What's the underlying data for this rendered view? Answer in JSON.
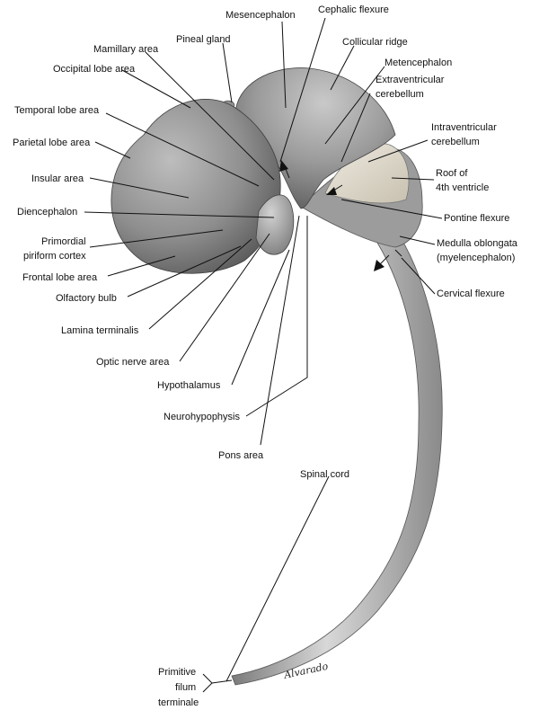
{
  "labels": {
    "mesencephalon": "Mesencephalon",
    "cephalic_flexure": "Cephalic flexure",
    "mamillary_area": "Mamillary area",
    "pineal_gland": "Pineal gland",
    "collicular_ridge": "Collicular ridge",
    "occipital_lobe_area": "Occipital lobe area",
    "metencephalon": "Metencephalon",
    "extraventricular_cerebellum_1": "Extraventricular",
    "extraventricular_cerebellum_2": "cerebellum",
    "temporal_lobe_area": "Temporal lobe area",
    "intraventricular_cerebellum_1": "Intraventricular",
    "intraventricular_cerebellum_2": "cerebellum",
    "parietal_lobe_area": "Parietal lobe area",
    "roof_4th_ventricle_1": "Roof of",
    "roof_4th_ventricle_2": "4th ventricle",
    "insular_area": "Insular area",
    "diencephalon": "Diencephalon",
    "pontine_flexure": "Pontine flexure",
    "primordial_piriform_cortex_1": "Primordial",
    "primordial_piriform_cortex_2": "piriform cortex",
    "medulla_oblongata_1": "Medulla oblongata",
    "medulla_oblongata_2": "(myelencephalon)",
    "frontal_lobe_area": "Frontal lobe area",
    "cervical_flexure": "Cervical flexure",
    "olfactory_bulb": "Olfactory bulb",
    "lamina_terminalis": "Lamina terminalis",
    "optic_nerve_area": "Optic nerve area",
    "hypothalamus": "Hypothalamus",
    "neurohypophysis": "Neurohypophysis",
    "pons_area": "Pons area",
    "spinal_cord": "Spinal cord",
    "primitive_filum_terminale_1": "Primitive",
    "primitive_filum_terminale_2": "filum",
    "primitive_filum_terminale_3": "terminale"
  },
  "signature": "Alvarado",
  "colors": {
    "label_text": "#111111",
    "leader_line": "#111111",
    "tissue_dark": "#6f6f6f",
    "tissue_mid": "#a8a8a8",
    "tissue_light": "#e6e6e6",
    "ventricle_roof": "#d9d2c2"
  }
}
